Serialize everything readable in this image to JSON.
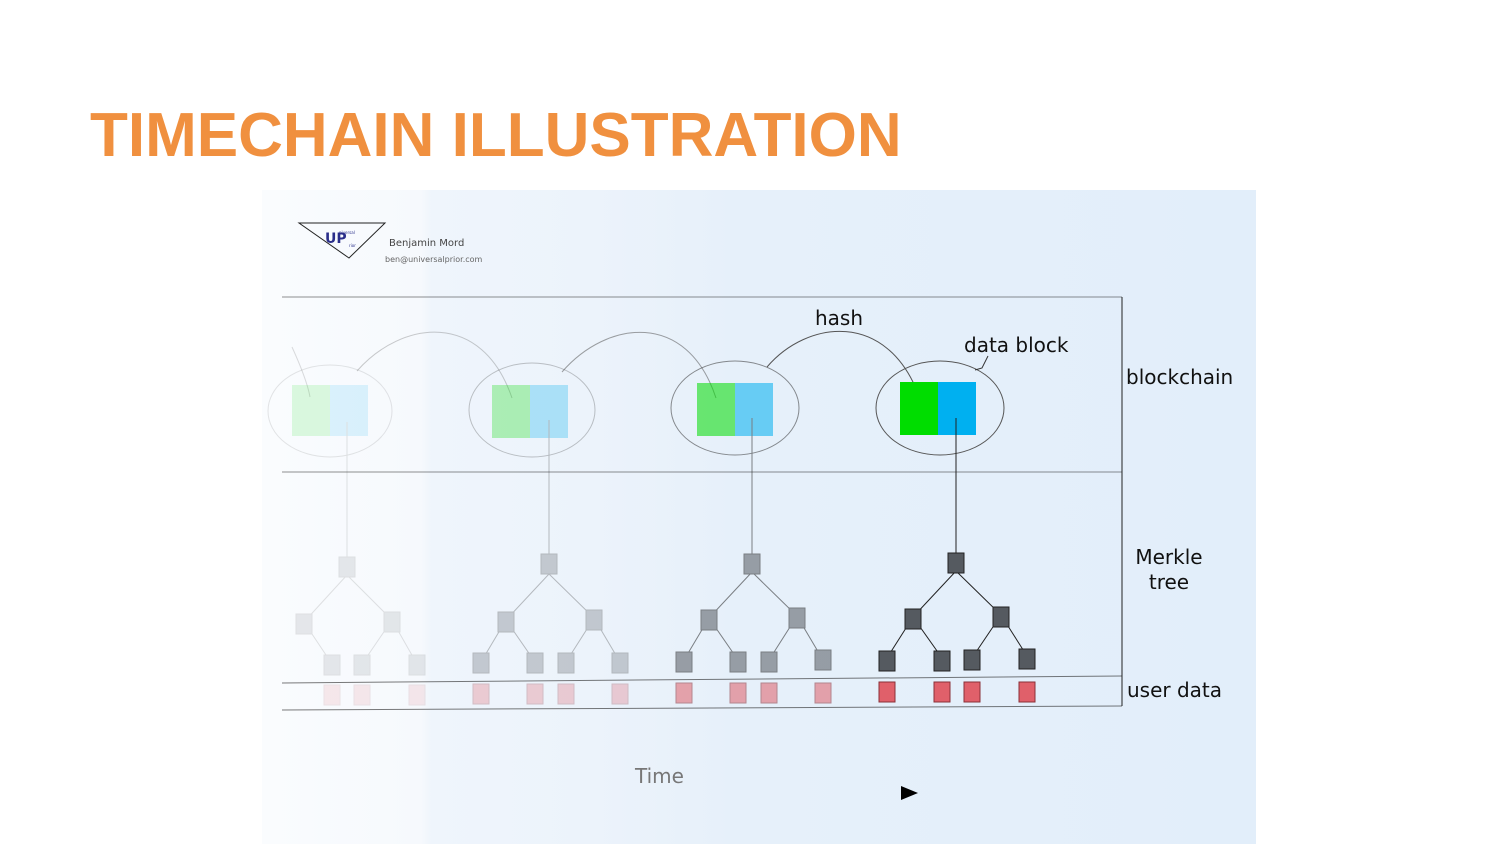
{
  "slide": {
    "title": "TIMECHAIN ILLUSTRATION",
    "title_color": "#F0903F"
  },
  "figure": {
    "logo": {
      "mark_text": "UP",
      "small_text_1": "niversal",
      "small_text_2": "rior"
    },
    "author": "Benjamin Mord",
    "email": "ben@universalprior.com",
    "labels": {
      "hash": "hash",
      "data_block": "data block",
      "blockchain": "blockchain",
      "merkle_line1": "Merkle",
      "merkle_line2": "tree",
      "user_data": "user data",
      "time": "Time"
    },
    "colors": {
      "header_block": "#00DD00",
      "data_block": "#00B0F0",
      "merkle_node": "#555A60",
      "user_data_node": "#E0606A",
      "background": "#E2EEFA"
    },
    "block_count": 4
  }
}
